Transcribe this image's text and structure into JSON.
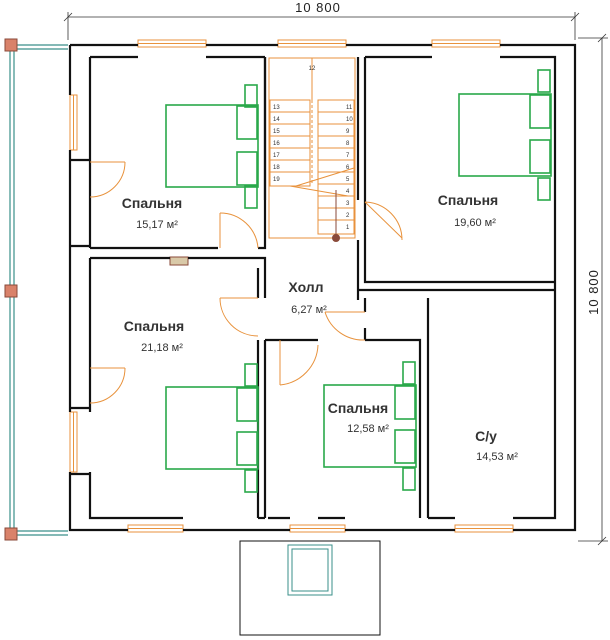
{
  "dimensions": {
    "top": "10 800",
    "right": "10 800"
  },
  "rooms": [
    {
      "id": "bedroom-1",
      "name": "Спальня",
      "area": "15,17 м²"
    },
    {
      "id": "bedroom-2",
      "name": "Спальня",
      "area": "19,60 м²"
    },
    {
      "id": "hall",
      "name": "Холл",
      "area": "6,27 м²"
    },
    {
      "id": "bedroom-3",
      "name": "Спальня",
      "area": "21,18 м²"
    },
    {
      "id": "bedroom-4",
      "name": "Спальня",
      "area": "12,58 м²"
    },
    {
      "id": "bathroom",
      "name": "С/у",
      "area": "14,53 м²"
    }
  ],
  "stairs": {
    "steps_left": [
      "13",
      "14",
      "15",
      "16",
      "17",
      "18",
      "19"
    ],
    "steps_right": [
      "11",
      "10",
      "9",
      "8",
      "7",
      "6",
      "5",
      "4",
      "3",
      "2",
      "1"
    ],
    "top_label": "12"
  },
  "colors": {
    "wall": "#111111",
    "window": "#e8923c",
    "door": "#e8923c",
    "furniture": "#2aa84a",
    "stairs": "#e8923c",
    "balcony": "#3a8f8a",
    "column": "#d9826a"
  }
}
